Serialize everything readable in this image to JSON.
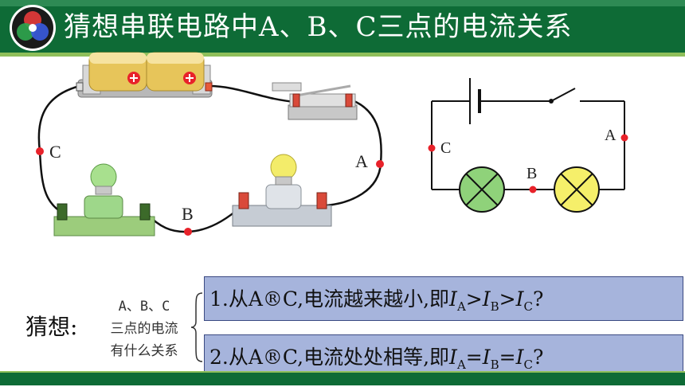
{
  "header": {
    "title": "猜想串联电路中A、B、C三点的电流关系"
  },
  "circuit_photo": {
    "point_a": "A",
    "point_b": "B",
    "point_c": "C",
    "battery_symbol": "⊕"
  },
  "schematic": {
    "point_a": "A",
    "point_b": "B",
    "point_c": "C"
  },
  "guess": {
    "label": "猜想:",
    "question_line1": "A、B、C",
    "question_line2": "三点的电流",
    "question_line3": "有什么关系",
    "option1": {
      "prefix": "1.从A®C,电流越来越小,即",
      "relation": ">",
      "end": "?"
    },
    "option2": {
      "prefix": "2.从A®C,电流处处相等,即",
      "relation": "=",
      "end": "?"
    },
    "current_symbol": "I",
    "sub_a": "A",
    "sub_b": "B",
    "sub_c": "C"
  },
  "colors": {
    "header_bg": "#0e6b36",
    "header_accent": "#8fbf5a",
    "box_bg": "#a6b4dc",
    "point_red": "#e8222a",
    "lamp_green": "#8fd27a",
    "lamp_yellow": "#f5ef6a"
  }
}
